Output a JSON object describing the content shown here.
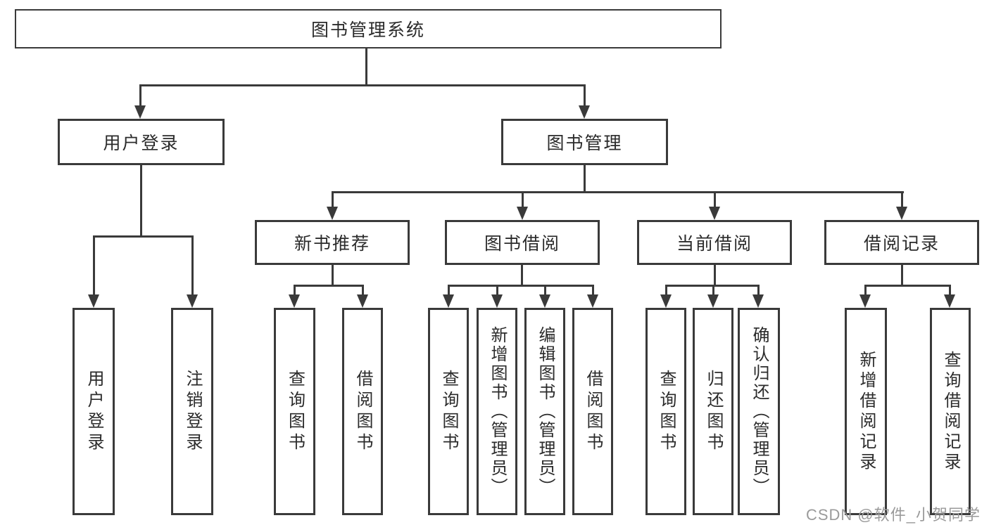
{
  "diagram": {
    "type": "hierarchy-chart",
    "title": "图书管理系统"
  },
  "tree": {
    "root": {
      "label": "图书管理系统"
    },
    "branches": [
      {
        "label": "用户登录",
        "children": [
          {
            "label": "用户登录"
          },
          {
            "label": "注销登录"
          }
        ]
      },
      {
        "label": "图书管理",
        "children": [
          {
            "label": "新书推荐",
            "children": [
              {
                "label": "查询图书"
              },
              {
                "label": "借阅图书"
              }
            ]
          },
          {
            "label": "图书借阅",
            "children": [
              {
                "label": "查询图书"
              },
              {
                "label": "新增图书（管理员）"
              },
              {
                "label": "编辑图书（管理员）"
              },
              {
                "label": "借阅图书"
              }
            ]
          },
          {
            "label": "当前借阅",
            "children": [
              {
                "label": "查询图书"
              },
              {
                "label": "归还图书"
              },
              {
                "label": "确认归还（管理员）"
              }
            ]
          },
          {
            "label": "借阅记录",
            "children": [
              {
                "label": "新增借阅记录"
              },
              {
                "label": "查询借阅记录"
              }
            ]
          }
        ]
      }
    ]
  },
  "watermark": {
    "text": "CSDN @软件_小贺同学"
  },
  "colors": {
    "line": "#3a3a3a",
    "box_border": "#3a3a3a",
    "text": "#2b2b2b",
    "watermark": "#9a9a9a",
    "background": "#ffffff"
  }
}
